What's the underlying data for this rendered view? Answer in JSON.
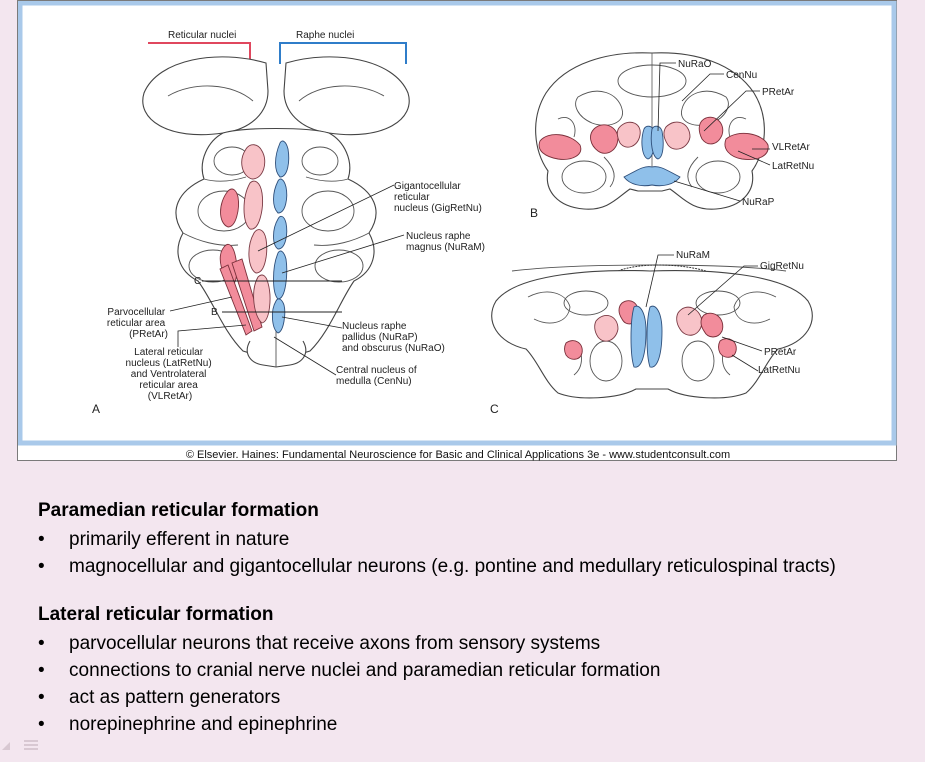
{
  "figure": {
    "top_headers": {
      "reticular": "Reticular nuclei",
      "raphe": "Raphe nuclei"
    },
    "colors": {
      "reticular_pink": "#f28c9b",
      "raphe_blue": "#8fc0ea",
      "header_red": "#e0475e",
      "header_blue": "#2f7dc9",
      "border_blue": "#a9c9ea"
    },
    "panel_a": {
      "letter": "A",
      "section_c": "C",
      "section_b": "B",
      "labels": {
        "gigantocellular": [
          "Gigantocellular",
          "reticular",
          "nucleus (GigRetNu)"
        ],
        "raphe_magnus": [
          "Nucleus raphe",
          "magnus (NuRaM)"
        ],
        "raphe_pallidus": [
          "Nucleus raphe",
          "pallidus (NuRaP)",
          "and obscurus (NuRaO)"
        ],
        "central_nucleus": [
          "Central nucleus of",
          "medulla (CenNu)"
        ],
        "parvocellular": [
          "Parvocellular",
          "reticular area",
          "(PRetAr)"
        ],
        "lateral": [
          "Lateral reticular",
          "nucleus (LatRetNu)",
          "and Ventrolateral",
          "reticular area",
          "(VLRetAr)"
        ]
      }
    },
    "panel_b": {
      "letter": "B",
      "labels": {
        "nurao": "NuRaO",
        "cennu": "CenNu",
        "pretar": "PRetAr",
        "vlretar": "VLRetAr",
        "latretnu": "LatRetNu",
        "nurap": "NuRaP"
      }
    },
    "panel_c": {
      "letter": "C",
      "labels": {
        "nuram": "NuRaM",
        "gigretnu": "GigRetNu",
        "pretar": "PRetAr",
        "latretnu": "LatRetNu"
      }
    },
    "credit": "© Elsevier. Haines: Fundamental Neuroscience for Basic and Clinical Applications 3e - www.studentconsult.com"
  },
  "notes": {
    "sections": [
      {
        "heading": "Paramedian reticular formation",
        "items": [
          "primarily efferent in nature",
          "magnocellular and gigantocellular neurons (e.g. pontine and medullary reticulospinal tracts)"
        ]
      },
      {
        "heading": "Lateral reticular formation",
        "items": [
          "parvocellular neurons that receive axons from sensory systems",
          "connections to cranial nerve nuclei and paramedian reticular formation",
          "act as pattern generators",
          "norepinephrine and epinephrine"
        ]
      }
    ]
  }
}
